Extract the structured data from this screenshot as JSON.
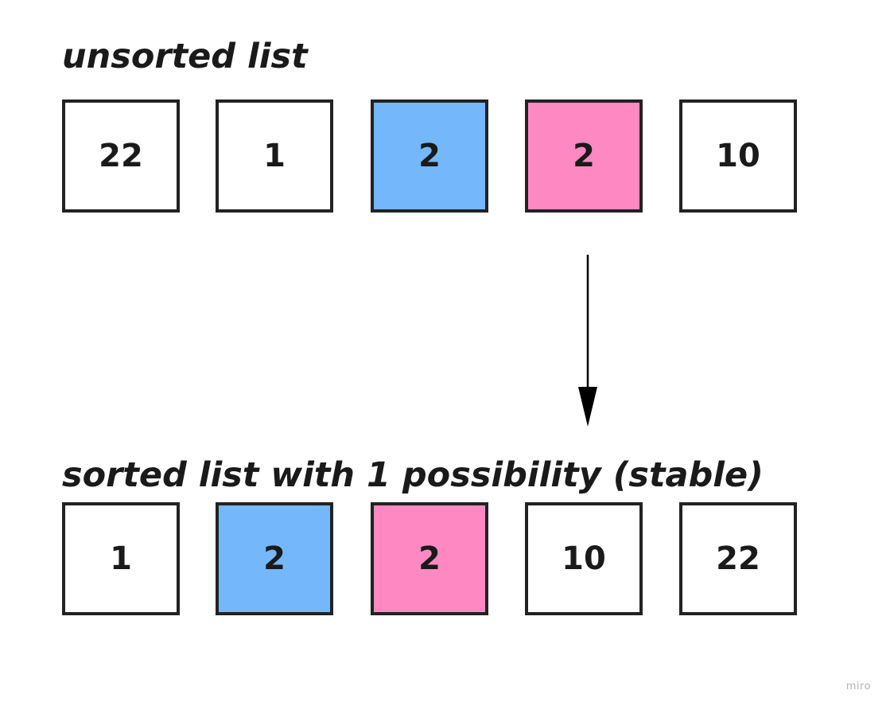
{
  "unsorted": {
    "title": "unsorted list",
    "items": [
      {
        "value": "22",
        "color": "#ffffff"
      },
      {
        "value": "1",
        "color": "#ffffff"
      },
      {
        "value": "2",
        "color": "#75b7fb"
      },
      {
        "value": "2",
        "color": "#fe89c2"
      },
      {
        "value": "10",
        "color": "#ffffff"
      }
    ]
  },
  "sorted": {
    "title": "sorted list with 1 possibility (stable)",
    "items": [
      {
        "value": "1",
        "color": "#ffffff"
      },
      {
        "value": "2",
        "color": "#75b7fb"
      },
      {
        "value": "2",
        "color": "#fe89c2"
      },
      {
        "value": "10",
        "color": "#ffffff"
      },
      {
        "value": "22",
        "color": "#ffffff"
      }
    ]
  },
  "arrow": {
    "icon": "arrow-down-icon",
    "color": "#000000"
  },
  "colors": {
    "blue": "#75b7fb",
    "pink": "#fe89c2",
    "border": "#222222"
  },
  "watermark": "miro"
}
